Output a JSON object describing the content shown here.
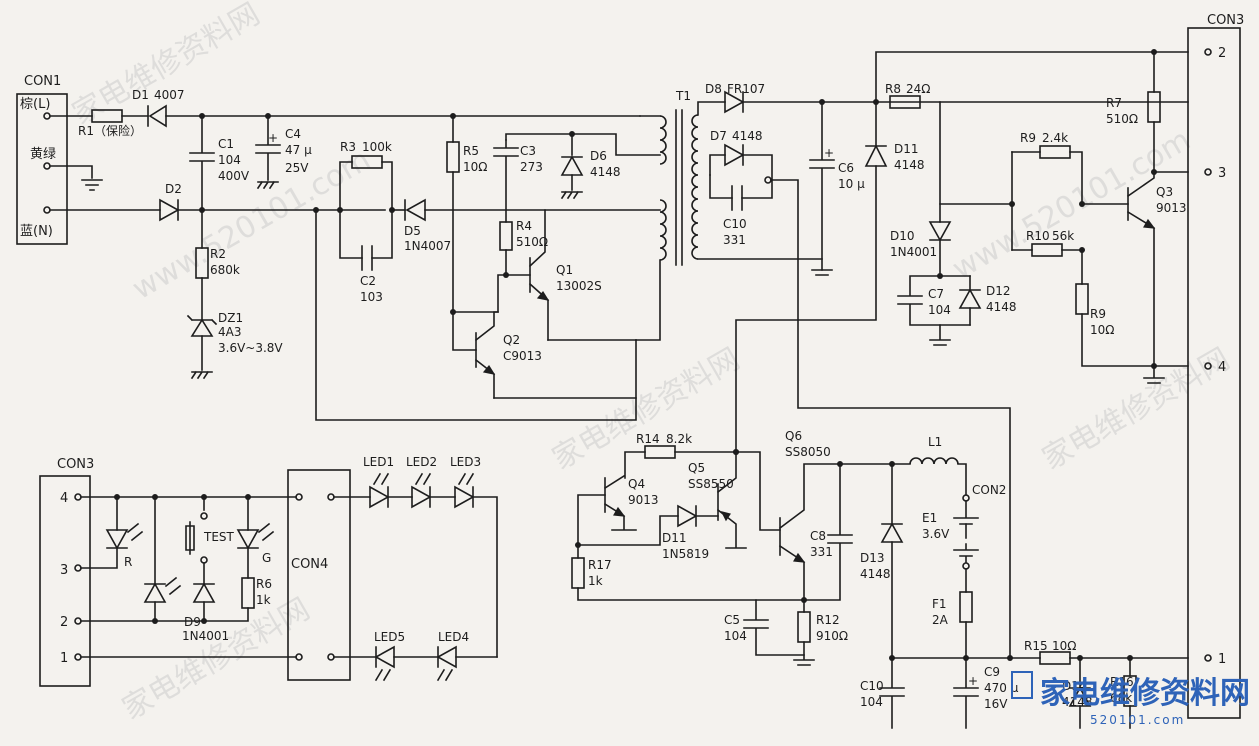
{
  "con1": {
    "name": "CON1",
    "l": "棕(L)",
    "pe": "黄绿",
    "n": "蓝(N)"
  },
  "con3_right": {
    "name": "CON3",
    "p2": "2",
    "p3": "3",
    "p4": "4",
    "p1": "1"
  },
  "con3_left": {
    "name": "CON3",
    "p4": "4",
    "p3": "3",
    "p2": "2",
    "p1": "1"
  },
  "con4": "CON4",
  "con2": "CON2",
  "labels": {
    "d1": "D1",
    "d1v": "4007",
    "r1": "R1（保险）",
    "c1": "C1",
    "c1v": "104",
    "c1v2": "400V",
    "c4": "C4",
    "c4v": "47 μ",
    "c4v2": "25V",
    "d2": "D2",
    "r2": "R2",
    "r2v": "680k",
    "dz1": "DZ1",
    "dz1v": "4A3",
    "dz1v2": "3.6V~3.8V",
    "r3": "R3",
    "r3v": "100k",
    "c2": "C2",
    "c2v": "103",
    "d5": "D5",
    "d5v": "1N4007",
    "r5": "R5",
    "r5v": "10Ω",
    "c3": "C3",
    "c3v": "273",
    "d6": "D6",
    "d6v": "4148",
    "r4": "R4",
    "r4v": "510Ω",
    "q1": "Q1",
    "q1v": "13002S",
    "q2": "Q2",
    "q2v": "C9013",
    "t1": "T1",
    "d8": "D8",
    "d8v": "FR107",
    "d7": "D7",
    "d7v": "4148",
    "c10a": "C10",
    "c10av": "331",
    "c6": "C6",
    "c6v": "10 μ",
    "r8": "R8",
    "r8v": "24Ω",
    "d11a": "D11",
    "d11av": "4148",
    "d10": "D10",
    "d10v": "1N4001",
    "c7": "C7",
    "c7v": "104",
    "d12": "D12",
    "d12v": "4148",
    "r9a": "R9",
    "r9av": "2.4k",
    "r10": "R10",
    "r10v": "56k",
    "r9b": "R9",
    "r9bv": "10Ω",
    "r7": "R7",
    "r7v": "510Ω",
    "q3": "Q3",
    "q3v": "9013",
    "r14": "R14",
    "r14v": "8.2k",
    "q4": "Q4",
    "q4v": "9013",
    "q5": "Q5",
    "q5v": "SS8550",
    "d11b": "D11",
    "d11bv": "1N5819",
    "q6": "Q6",
    "q6v": "SS8050",
    "r17": "R17",
    "r17v": "1k",
    "c5": "C5",
    "c5v": "104",
    "r12": "R12",
    "r12v": "910Ω",
    "c8": "C8",
    "c8v": "331",
    "l1": "L1",
    "d13": "D13",
    "d13v": "4148",
    "e1": "E1",
    "e1v": "3.6V",
    "f1": "F1",
    "f1v": "2A",
    "c10b": "C10",
    "c10bv": "104",
    "c9": "C9",
    "c9v": "470 μ",
    "c9v2": "16V",
    "r15": "R15",
    "r15v": "10Ω",
    "d14": "D14",
    "d14v": "4148",
    "r16": "R16",
    "r16v": "68k",
    "led1": "LED1",
    "led2": "LED2",
    "led3": "LED3",
    "led4": "LED4",
    "led5": "LED5",
    "r": "R",
    "g": "G",
    "test": "TEST",
    "r6": "R6",
    "r6v": "1k",
    "d9": "D9",
    "d9v": "1N4001"
  },
  "watermark": {
    "text": "家电维修资料网",
    "url": "www.520101.com"
  },
  "logo": {
    "text": "家电维修资料网",
    "sub": "520101.com"
  }
}
